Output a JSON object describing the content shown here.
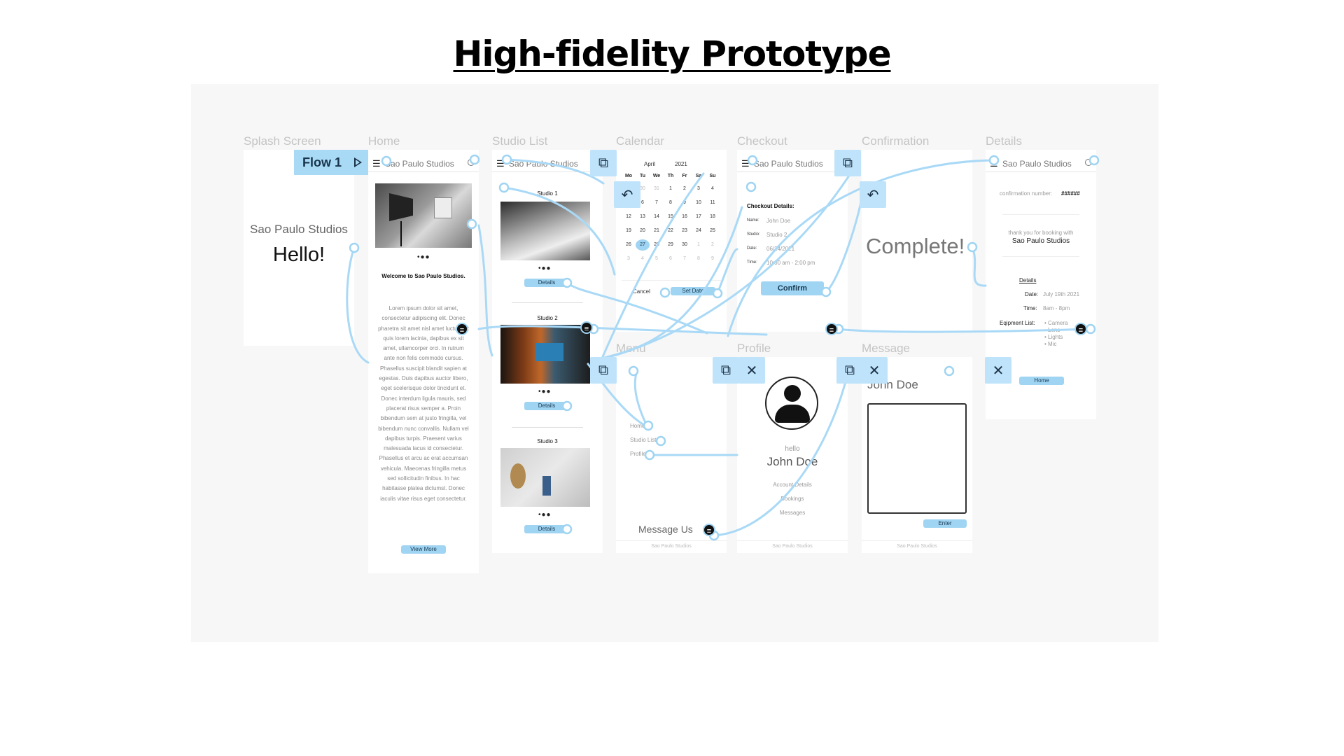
{
  "title": "High-fidelity Prototype",
  "flow": {
    "label": "Flow 1"
  },
  "brand": "Sao Paulo Studios",
  "frames": {
    "splash": {
      "label": "Splash Screen",
      "brand": "Sao Paulo Studios",
      "greeting": "Hello!"
    },
    "home": {
      "label": "Home",
      "welcome": "Welcome to Sao Paulo Studios.",
      "body": "Lorem ipsum dolor sit amet, consectetur adipiscing elit. Donec pharetra sit amet nisl amet luctus. Ut quis lorem lacinia, dapibus ex sit amet, ullamcorper orci. In rutrum ante non felis commodo cursus. Phasellus suscipit blandit sapien at egestas. Duis dapibus auctor libero, eget scelerisque dolor tincidunt et. Donec interdum ligula mauris, sed placerat risus semper a. Proin bibendum sem at justo fringilla, vel bibendum nunc convallis. Nullam vel dapibus turpis. Praesent varius malesuada lacus id consectetur. Phasellus et arcu ac erat accumsan vehicula. Maecenas fringilla metus sed sollicitudin finibus. In hac habitasse platea dictumst. Donec iaculis vitae risus eget consectetur.",
      "button": "View More"
    },
    "studio_list": {
      "label": "Studio List",
      "studios": [
        {
          "name": "Studio 1",
          "button": "Details"
        },
        {
          "name": "Studio 2",
          "button": "Details"
        },
        {
          "name": "Studio 3",
          "button": "Details"
        }
      ]
    },
    "calendar": {
      "label": "Calendar",
      "month": "April",
      "year": "2021",
      "weekdays": [
        "Mo",
        "Tu",
        "We",
        "Th",
        "Fr",
        "Sa",
        "Su"
      ],
      "days": [
        "29",
        "30",
        "31",
        "1",
        "2",
        "3",
        "4",
        "5",
        "6",
        "7",
        "8",
        "9",
        "10",
        "11",
        "12",
        "13",
        "14",
        "15",
        "16",
        "17",
        "18",
        "19",
        "20",
        "21",
        "22",
        "23",
        "24",
        "25",
        "26",
        "27",
        "28",
        "29",
        "30",
        "1",
        "2",
        "3",
        "4",
        "5",
        "6",
        "7",
        "8",
        "9"
      ],
      "selected": "27",
      "cancel": "Cancel",
      "set_date": "Set Date"
    },
    "checkout": {
      "label": "Checkout",
      "heading": "Checkout Details:",
      "rows": [
        {
          "k": "Name:",
          "v": "John Doe"
        },
        {
          "k": "Studio:",
          "v": "Studio 2"
        },
        {
          "k": "Date:",
          "v": "06/24/2021"
        },
        {
          "k": "Time:",
          "v": "10:00 am - 2:00 pm"
        }
      ],
      "button": "Confirm"
    },
    "confirmation": {
      "label": "Confirmation",
      "text": "Complete!"
    },
    "details": {
      "label": "Details",
      "conf_label": "confirmation number:",
      "conf_value": "######",
      "thanks": "thank you for booking with",
      "brand": "Sao Paulo Studios",
      "section": "Details",
      "date_k": "Date:",
      "date_v": "July 19th 2021",
      "time_k": "Time:",
      "time_v": "8am - 8pm",
      "equip_k": "Eqipment List:",
      "equip": [
        "Camera",
        "Lens",
        "Lights",
        "Mic"
      ],
      "button": "Home"
    },
    "menu": {
      "label": "Menu",
      "items": [
        "Home",
        "Studio List",
        "Profile"
      ],
      "message": "Message Us",
      "footer": "Sao Paulo Studios"
    },
    "profile": {
      "label": "Profile",
      "hello": "hello",
      "name": "John Doe",
      "links": [
        "Account Details",
        "Bookings",
        "Messages"
      ],
      "footer": "Sao Paulo Studios"
    },
    "message": {
      "label": "Message",
      "name": "John Doe",
      "button": "Enter",
      "footer": "Sao Paulo Studios"
    }
  },
  "colors": {
    "accent": "#9fd4f2",
    "wire": "#a9d9f6",
    "canvas": "#f7f7f7"
  }
}
